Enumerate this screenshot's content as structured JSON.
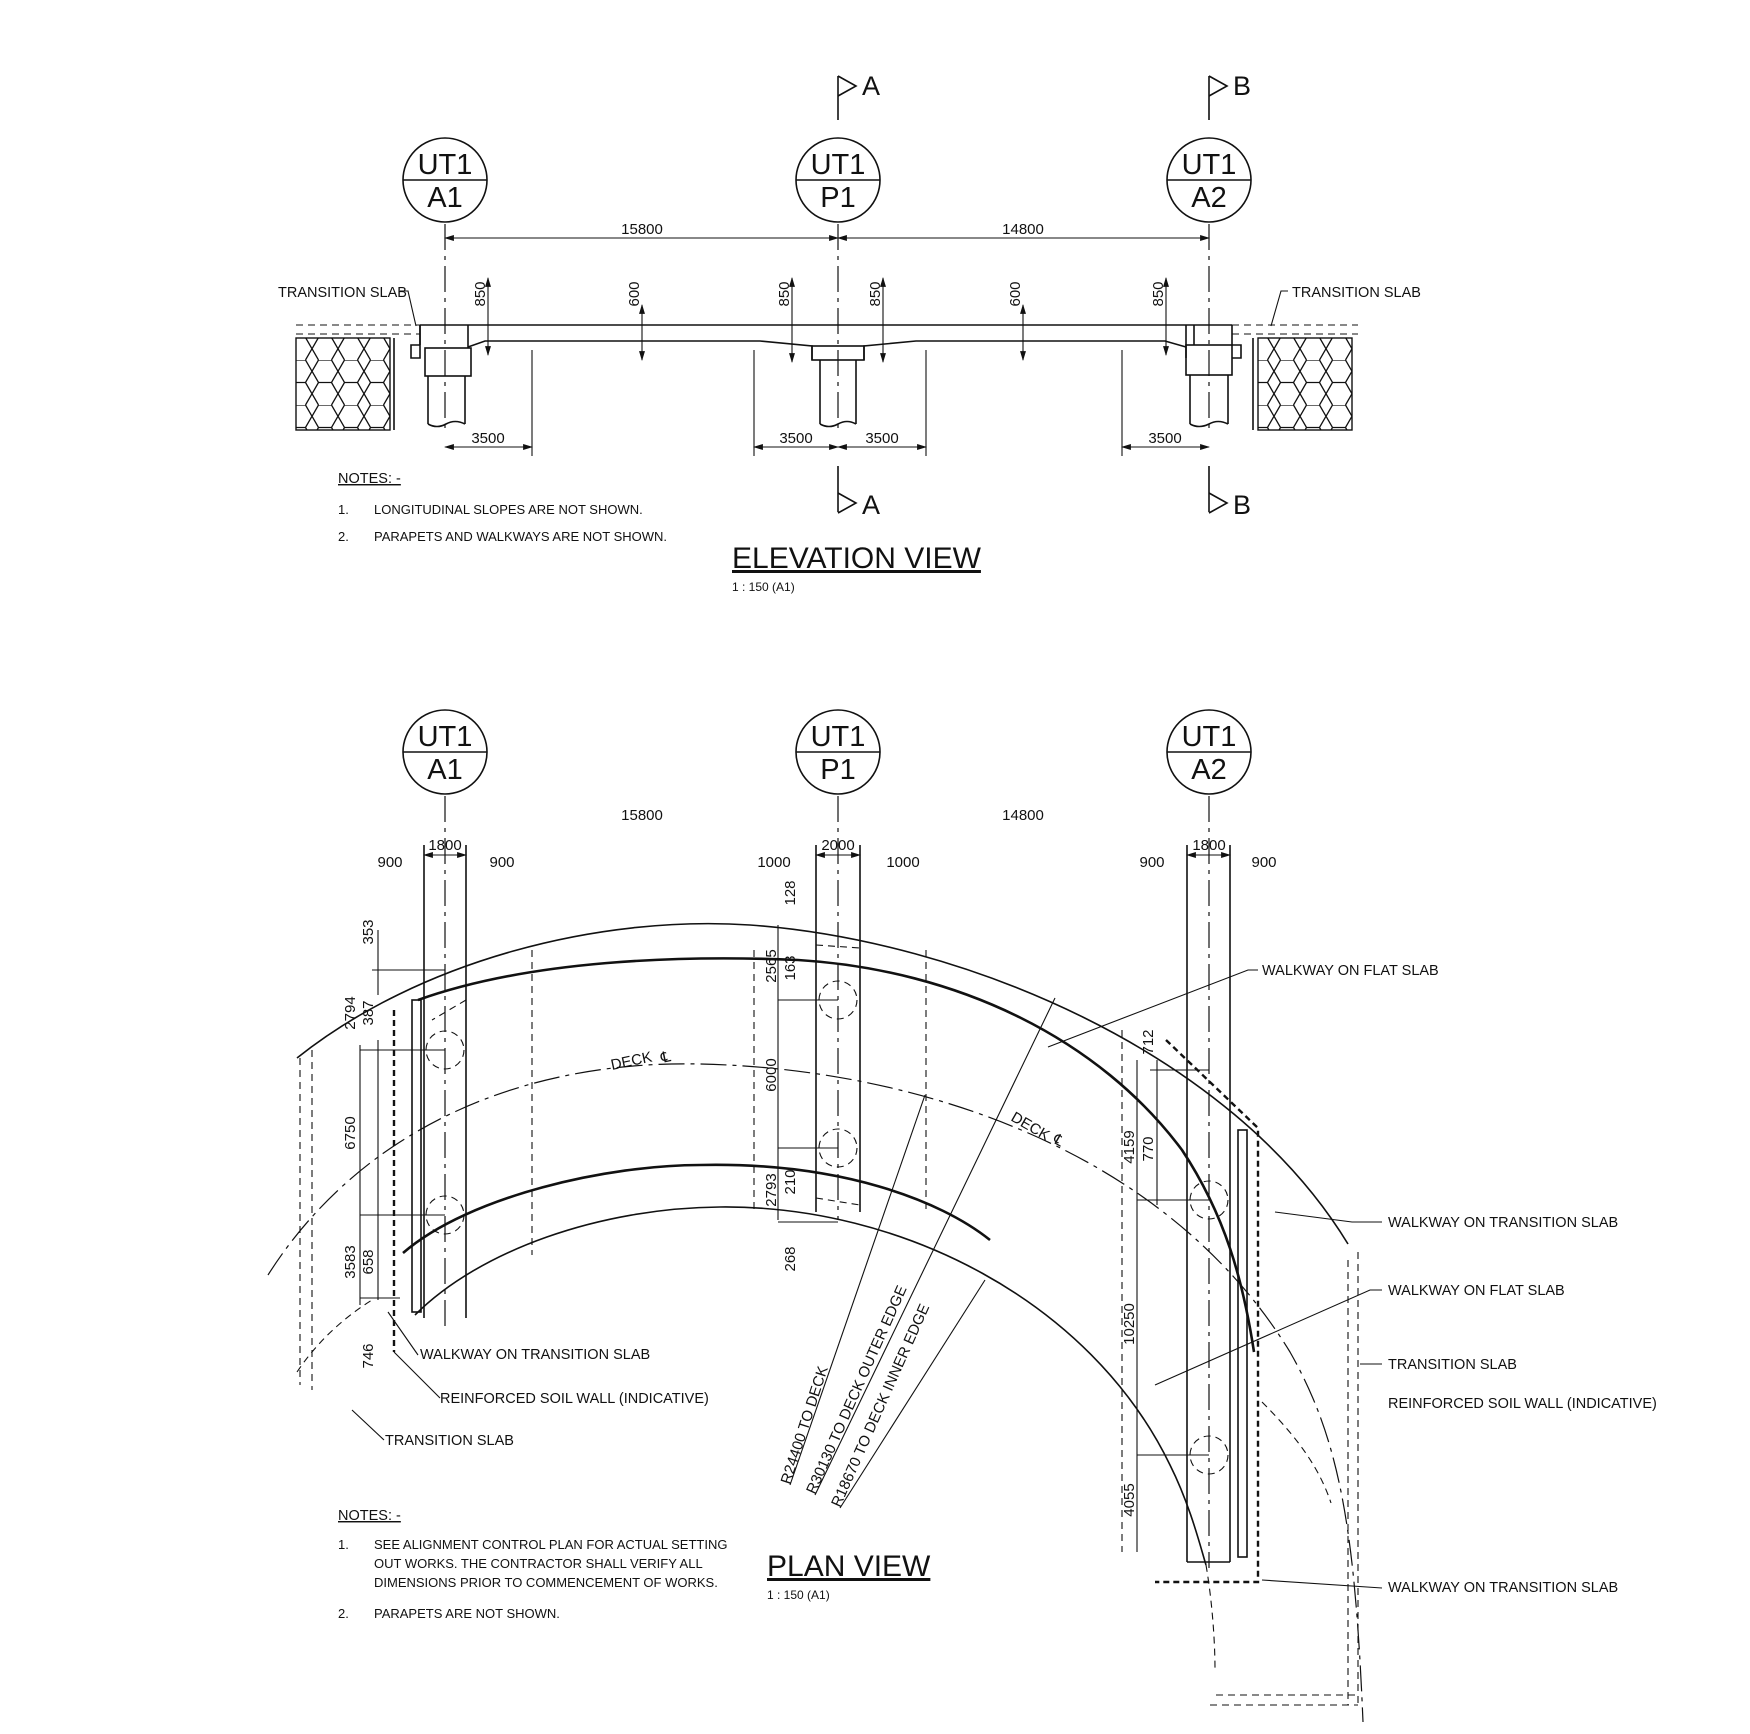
{
  "piers": [
    {
      "top": "UT1",
      "bottom": "A1"
    },
    {
      "top": "UT1",
      "bottom": "P1"
    },
    {
      "top": "UT1",
      "bottom": "A2"
    }
  ],
  "sections": [
    {
      "letter": "A"
    },
    {
      "letter": "B"
    }
  ],
  "elevation": {
    "spans": [
      "15800",
      "14800"
    ],
    "depths": [
      "850",
      "600",
      "850",
      "850",
      "600",
      "850"
    ],
    "offsets": [
      "3500",
      "3500",
      "3500",
      "3500"
    ],
    "labels": {
      "transition_left": "TRANSITION SLAB",
      "transition_right": "TRANSITION SLAB"
    },
    "notes_heading": "NOTES: -",
    "notes": [
      {
        "num": "1.",
        "text": "LONGITUDINAL SLOPES ARE NOT SHOWN."
      },
      {
        "num": "2.",
        "text": "PARAPETS AND WALKWAYS ARE NOT SHOWN."
      }
    ],
    "title": "ELEVATION VIEW",
    "scale": "1  :  150 (A1)"
  },
  "plan": {
    "spans": [
      "15800",
      "14800"
    ],
    "widths": {
      "a1": {
        "total": "1800",
        "left": "900",
        "right": "900"
      },
      "p1": {
        "total": "2000",
        "left": "1000",
        "right": "1000"
      },
      "a2": {
        "total": "1800",
        "left": "900",
        "right": "900"
      }
    },
    "dims_a1": [
      "353",
      "2794",
      "387",
      "6750",
      "3583",
      "658",
      "746"
    ],
    "dims_p1": [
      "128",
      "2565",
      "163",
      "6000",
      "2793",
      "210",
      "268"
    ],
    "dims_a2": [
      "712",
      "4159",
      "770",
      "10250",
      "4055"
    ],
    "deck_cl": [
      "DECK",
      "DECK"
    ],
    "radii": [
      "R24400 TO DECK",
      "R30130 TO DECK OUTER EDGE",
      "R18670 TO DECK INNER EDGE"
    ],
    "labels": {
      "walkway_transition_left": "WALKWAY ON TRANSITION SLAB",
      "soil_wall_left": "REINFORCED SOIL WALL (INDICATIVE)",
      "transition_left": "TRANSITION SLAB",
      "walkway_flat_top": "WALKWAY ON FLAT SLAB",
      "walkway_transition_right": "WALKWAY ON TRANSITION SLAB",
      "walkway_flat_right": "WALKWAY ON FLAT SLAB",
      "transition_right": "TRANSITION SLAB",
      "soil_wall_right": "REINFORCED SOIL WALL (INDICATIVE)",
      "walkway_transition_bottom": "WALKWAY ON TRANSITION SLAB"
    },
    "notes_heading": "NOTES: -",
    "notes": [
      {
        "num": "1.",
        "lines": [
          "SEE ALIGNMENT CONTROL PLAN FOR ACTUAL SETTING",
          "OUT WORKS. THE CONTRACTOR SHALL VERIFY ALL",
          "DIMENSIONS PRIOR TO COMMENCEMENT OF WORKS."
        ]
      },
      {
        "num": "2.",
        "lines": [
          "PARAPETS ARE NOT SHOWN."
        ]
      }
    ],
    "title": "PLAN VIEW",
    "scale": "1  :  150 (A1)"
  }
}
